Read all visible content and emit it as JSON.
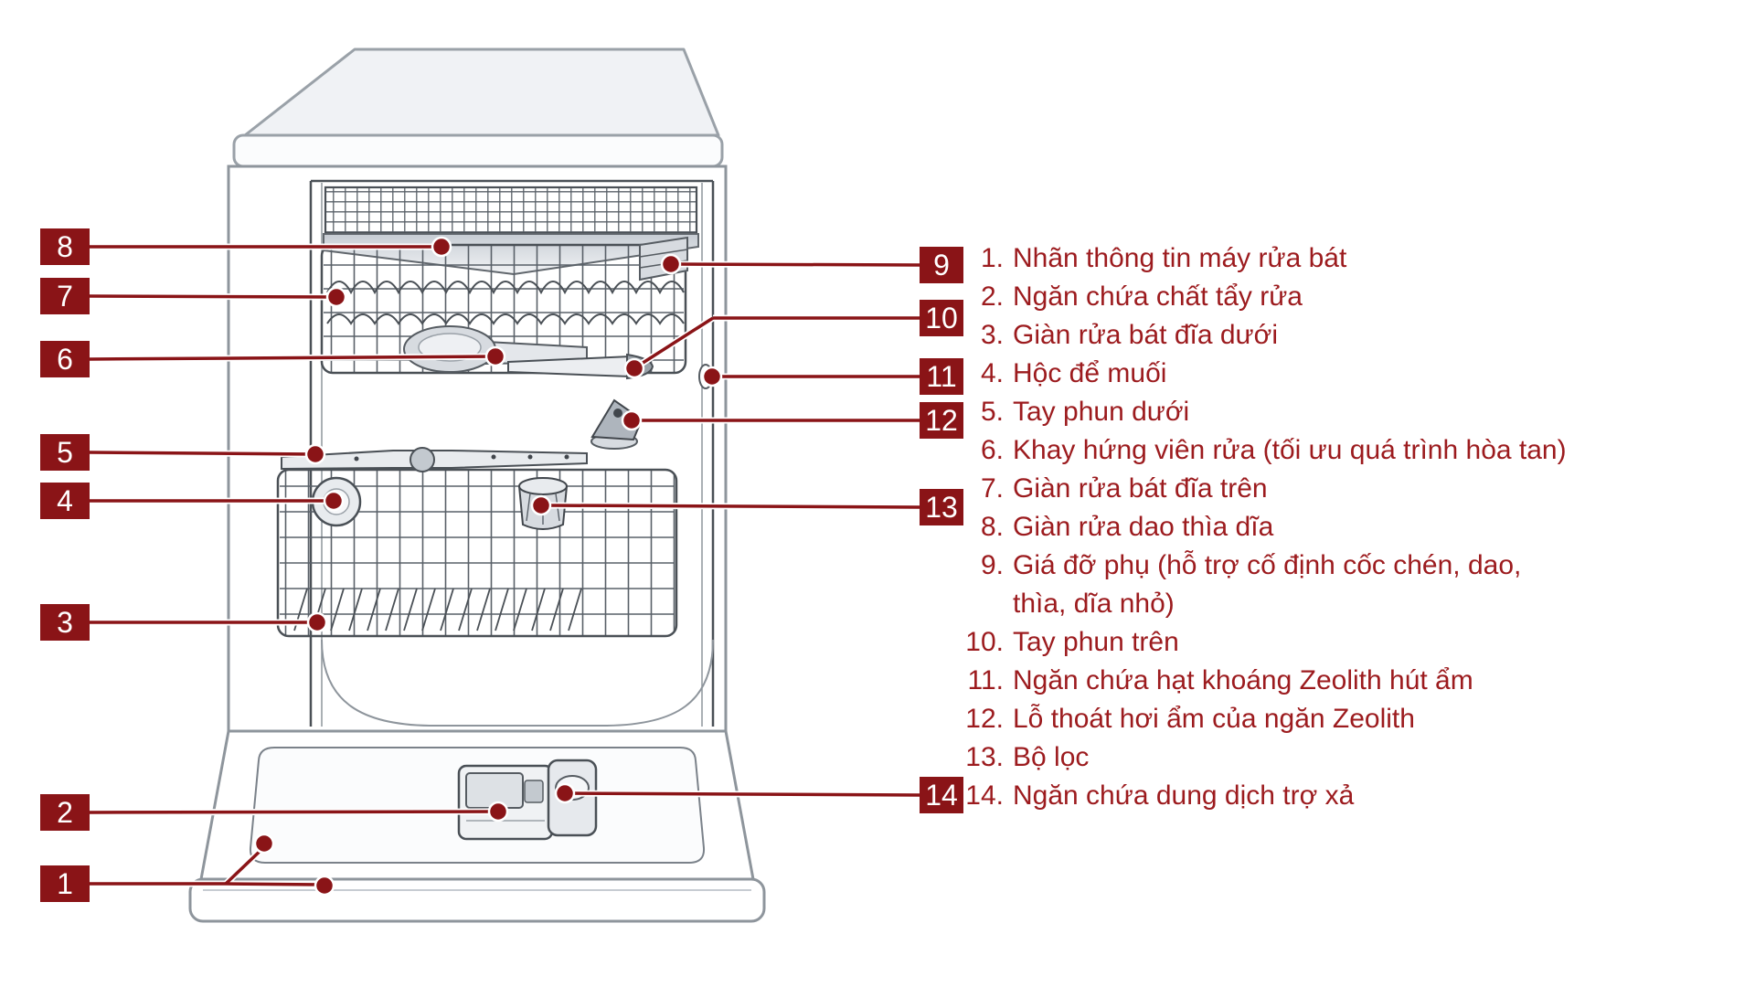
{
  "document": {
    "type": "appliance-manual-parts-diagram",
    "language": "vi"
  },
  "colors": {
    "callout_accent": "#8a1417",
    "legend_text": "#9c1b1e",
    "line_art_outline": "#8e959c",
    "line_art_detail": "#4a5056"
  },
  "callouts": [
    {
      "num": "1",
      "target": "info-label"
    },
    {
      "num": "2",
      "target": "detergent-dispenser"
    },
    {
      "num": "3",
      "target": "lower-rack"
    },
    {
      "num": "4",
      "target": "salt-container"
    },
    {
      "num": "5",
      "target": "lower-spray-arm"
    },
    {
      "num": "6",
      "target": "tablet-tray"
    },
    {
      "num": "7",
      "target": "upper-rack"
    },
    {
      "num": "8",
      "target": "cutlery-rack"
    },
    {
      "num": "9",
      "target": "aux-holder"
    },
    {
      "num": "10",
      "target": "upper-spray-arm"
    },
    {
      "num": "11",
      "target": "zeolith-container"
    },
    {
      "num": "12",
      "target": "steam-outlet"
    },
    {
      "num": "13",
      "target": "filter"
    },
    {
      "num": "14",
      "target": "rinse-aid-dispenser"
    }
  ],
  "legend": {
    "items": [
      {
        "num": "1.",
        "label": "Nhãn thông tin máy rửa bát"
      },
      {
        "num": "2.",
        "label": "Ngăn chứa chất tẩy rửa"
      },
      {
        "num": "3.",
        "label": "Giàn rửa bát đĩa dưới"
      },
      {
        "num": "4.",
        "label": "Hộc để muối"
      },
      {
        "num": "5.",
        "label": "Tay phun dưới"
      },
      {
        "num": "6.",
        "label": "Khay hứng viên rửa (tối ưu quá trình hòa tan)"
      },
      {
        "num": "7.",
        "label": "Giàn rửa bát đĩa trên"
      },
      {
        "num": "8.",
        "label": "Giàn rửa dao thìa dĩa"
      },
      {
        "num": "9.",
        "label": "Giá đỡ phụ (hỗ trợ cố định cốc chén, dao,",
        "label2": "thìa, dĩa nhỏ)"
      },
      {
        "num": "10.",
        "label": "Tay phun trên"
      },
      {
        "num": "11.",
        "label": "Ngăn chứa hạt khoáng Zeolith hút ẩm"
      },
      {
        "num": "12.",
        "label": "Lỗ thoát hơi ẩm của ngăn Zeolith"
      },
      {
        "num": "13.",
        "label": "Bộ lọc"
      },
      {
        "num": "14.",
        "label": "Ngăn chứa dung dịch trợ xả"
      }
    ]
  }
}
